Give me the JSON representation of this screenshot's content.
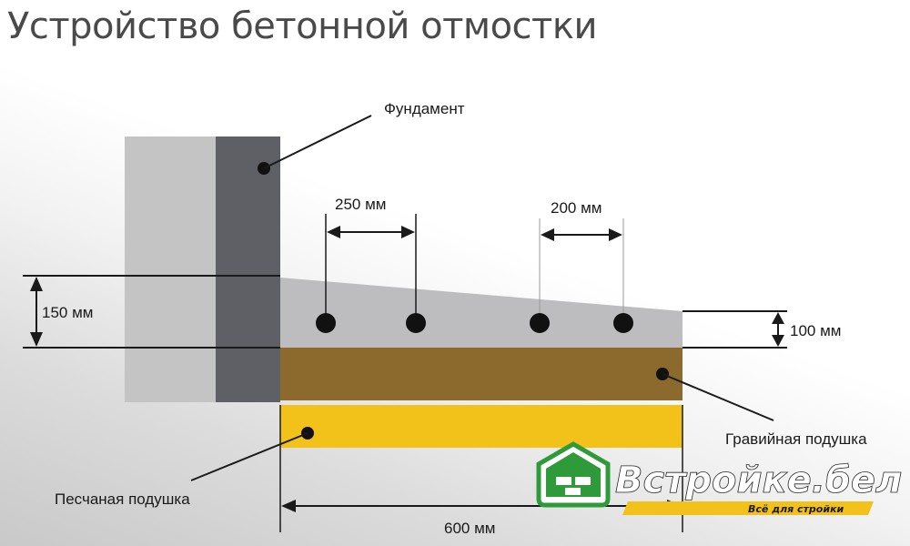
{
  "title": "Устройство бетонной отмостки",
  "labels": {
    "foundation": "Фундамент",
    "gravel": "Гравийная подушка",
    "sand": "Песчаная подушка"
  },
  "dimensions": {
    "d250": "250 мм",
    "d200": "200 мм",
    "d150": "150 мм",
    "d100": "100 мм",
    "d600": "600 мм"
  },
  "logo": {
    "name": "Встройке.бел",
    "tagline": "Всё для стройки"
  },
  "colors": {
    "foundation": "#5f6066",
    "wall": "#c4c4c4",
    "concrete": "#bdbdbf",
    "gravel": "#8c6a2e",
    "sand": "#f2c21a",
    "logo_green": "#2e9a3a",
    "logo_yellow": "#f2c21a"
  }
}
